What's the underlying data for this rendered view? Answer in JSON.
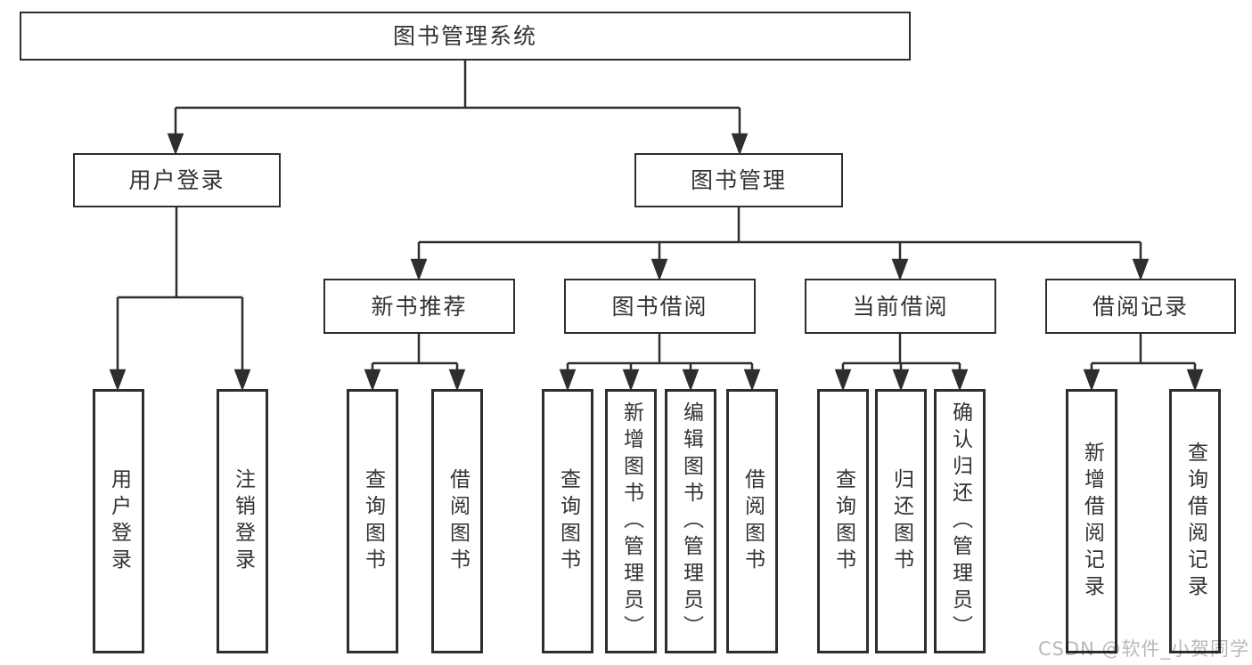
{
  "nodes": {
    "root": {
      "label": "图书管理系统"
    },
    "user_login": {
      "label": "用户登录"
    },
    "book_mgmt": {
      "label": "图书管理"
    },
    "new_book": {
      "label": "新书推荐"
    },
    "book_borrow": {
      "label": "图书借阅"
    },
    "current_borrow": {
      "label": "当前借阅"
    },
    "borrow_records": {
      "label": "借阅记录"
    }
  },
  "leaves": {
    "user_login": [
      {
        "label": "用户登录"
      },
      {
        "label": "注销登录"
      }
    ],
    "new_book": [
      {
        "label": "查询图书"
      },
      {
        "label": "借阅图书"
      }
    ],
    "book_borrow": [
      {
        "label": "查询图书"
      },
      {
        "label": "新增图书（管理员）"
      },
      {
        "label": "编辑图书（管理员）"
      },
      {
        "label": "借阅图书"
      }
    ],
    "current_borrow": [
      {
        "label": "查询图书"
      },
      {
        "label": "归还图书"
      },
      {
        "label": "确认归还（管理员）"
      }
    ],
    "borrow_records": [
      {
        "label": "新增借阅记录"
      },
      {
        "label": "查询借阅记录"
      }
    ]
  },
  "watermark": "CSDN @软件_小贺同学",
  "colors": {
    "line": "#2e2e2e",
    "text": "#333333",
    "background": "#ffffff",
    "box_fill": "#ffffff",
    "watermark": "#b9b7bb"
  }
}
